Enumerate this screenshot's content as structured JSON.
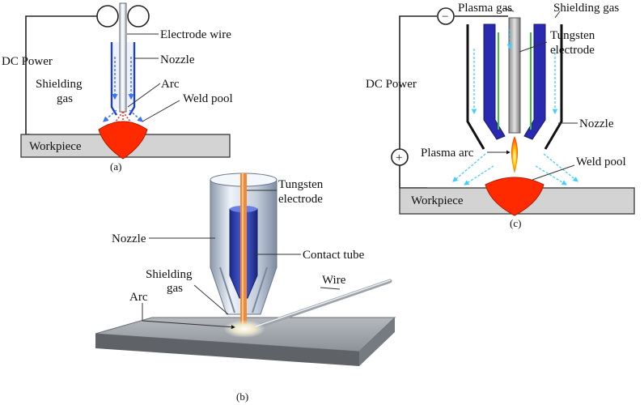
{
  "panel_a": {
    "caption": "(a)",
    "labels": {
      "electrode_wire": "Electrode wire",
      "dc_power": "DC Power",
      "nozzle": "Nozzle",
      "shielding_gas_line1": "Shielding",
      "shielding_gas_line2": "gas",
      "arc": "Arc",
      "weld_pool": "Weld pool",
      "workpiece": "Workpiece"
    }
  },
  "panel_b": {
    "caption": "(b)",
    "labels": {
      "tungsten_line1": "Tungsten",
      "tungsten_line2": "electrode",
      "nozzle": "Nozzle",
      "contact_tube": "Contact tube",
      "shielding_gas_line1": "Shielding",
      "shielding_gas_line2": "gas",
      "wire": "Wire",
      "arc": "Arc"
    }
  },
  "panel_c": {
    "caption": "(c)",
    "minus_symbol": "−",
    "plus_symbol": "+",
    "labels": {
      "plasma_gas": "Plasma gas",
      "shielding_gas": "Shielding gas",
      "tungsten_line1": "Tungsten",
      "tungsten_line2": "electrode",
      "dc_power": "DC Power",
      "nozzle": "Nozzle",
      "plasma_arc": "Plasma arc",
      "weld_pool": "Weld pool",
      "workpiece": "Workpiece"
    }
  },
  "colors": {
    "weld_pool": "#ff2a00",
    "shielding_flow": "#3a6fff",
    "plasma_flow": "#3fd0ff",
    "electrode_dark": "#2a2ab0",
    "arc_glow": "#ffd000"
  }
}
